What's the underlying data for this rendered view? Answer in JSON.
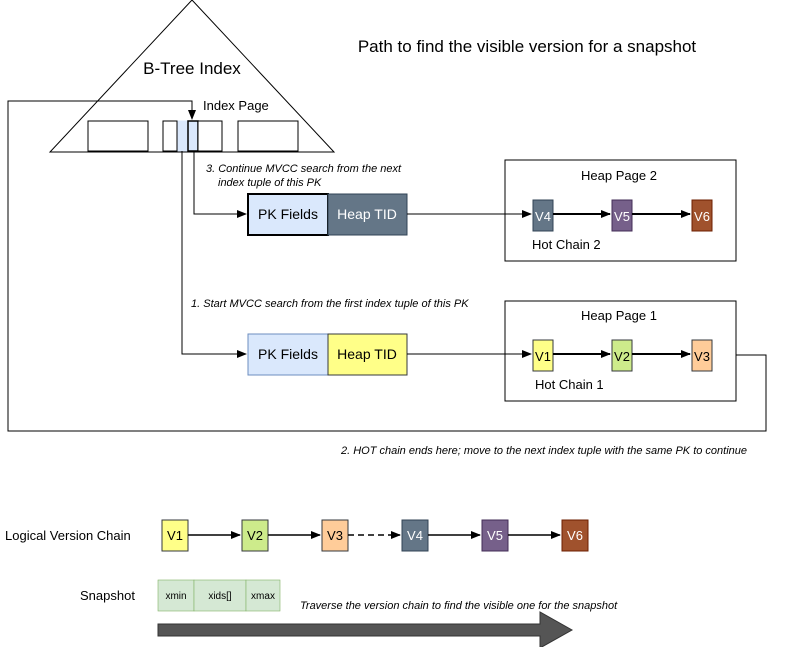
{
  "title": "Path to find the visible version for a snapshot",
  "btree": {
    "label": "B-Tree Index",
    "index_page_label": "Index Page"
  },
  "tuple_top": {
    "pk": "PK Fields",
    "tid": "Heap TID"
  },
  "tuple_bottom": {
    "pk": "PK Fields",
    "tid": "Heap TID"
  },
  "heap_page_2": {
    "label": "Heap Page 2",
    "chain_label": "Hot Chain 2",
    "versions": [
      "V4",
      "V5",
      "V6"
    ]
  },
  "heap_page_1": {
    "label": "Heap Page 1",
    "chain_label": "Hot Chain 1",
    "versions": [
      "V1",
      "V2",
      "V3"
    ]
  },
  "notes": {
    "step1": "1. Start MVCC search from the first index tuple of this PK",
    "step2": "2. HOT chain ends here; move to the next index tuple with the same PK to continue",
    "step3_line1": "3. Continue MVCC search from the next",
    "step3_line2": "index tuple of this PK"
  },
  "logical_chain": {
    "label": "Logical Version Chain",
    "versions": [
      "V1",
      "V2",
      "V3",
      "V4",
      "V5",
      "V6"
    ]
  },
  "snapshot": {
    "label": "Snapshot",
    "fields": [
      "xmin",
      "xids[]",
      "xmax"
    ]
  },
  "traverse_note": "Traverse the version chain to find the visible one for the snapshot",
  "colors": {
    "v1": "#ffff88",
    "v2": "#cdeb8b",
    "v3": "#ffcc99",
    "v4": "#647687",
    "v5": "#76608a",
    "v6": "#a0522d",
    "pk_fields": "#dae8fc",
    "tid_top": "#647687",
    "tid_bottom": "#ffff88",
    "snapshot": "#d5e8d4",
    "arrow": "#555555"
  }
}
